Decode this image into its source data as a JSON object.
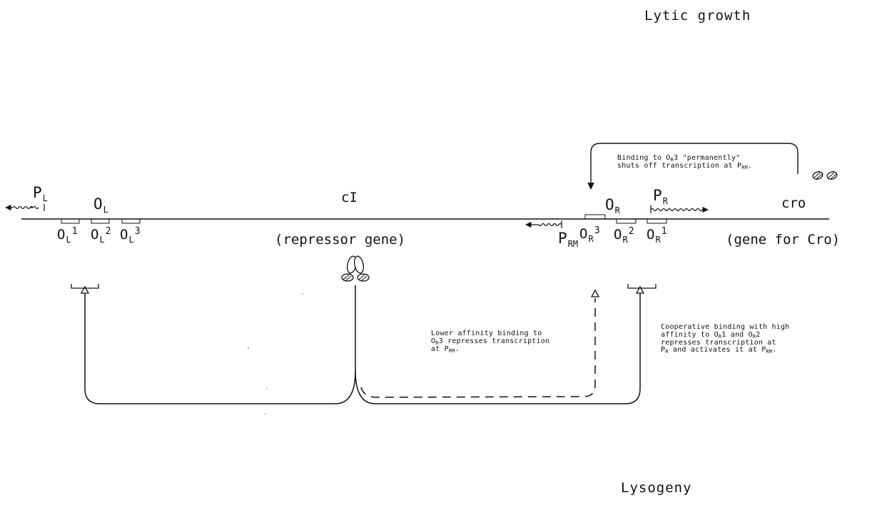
{
  "headers": {
    "top": "Lytic growth",
    "bottom": "Lysogeny"
  },
  "genes": {
    "cI_label": "cI",
    "cI_desc": "(repressor gene)",
    "cro_label": "cro",
    "cro_desc": "(gene for Cro)"
  },
  "left_region": {
    "promoter": {
      "base": "P",
      "sub": "L"
    },
    "operator": {
      "base": "O",
      "sub": "L"
    },
    "sites": [
      {
        "base": "O",
        "sub": "L",
        "num": "1"
      },
      {
        "base": "O",
        "sub": "L",
        "num": "2"
      },
      {
        "base": "O",
        "sub": "L",
        "num": "3"
      }
    ]
  },
  "right_region": {
    "promoter_rm": {
      "base": "P",
      "sub": "RM"
    },
    "operator": {
      "base": "O",
      "sub": "R"
    },
    "promoter_r": {
      "base": "P",
      "sub": "R"
    },
    "sites": [
      {
        "base": "O",
        "sub": "R",
        "num": "3"
      },
      {
        "base": "O",
        "sub": "R",
        "num": "2"
      },
      {
        "base": "O",
        "sub": "R",
        "num": "1"
      }
    ]
  },
  "notes": {
    "cro_binding": [
      "Binding to O",
      "R",
      "3 \"permanently\"",
      "shuts off transcription at P",
      "RM",
      "."
    ],
    "lower_affinity": [
      "Lower affinity binding to",
      "O",
      "R",
      "3 represses transcription",
      "at P",
      "RM",
      "."
    ],
    "cooperative": [
      "Cooperative binding with high",
      "affinity to O",
      "R",
      "1 and O",
      "R",
      "2",
      "represses transcription at",
      "P",
      "R",
      " and activates it at P",
      "RM",
      "."
    ]
  },
  "colors": {
    "ink": "#111111",
    "background": "#ffffff"
  }
}
